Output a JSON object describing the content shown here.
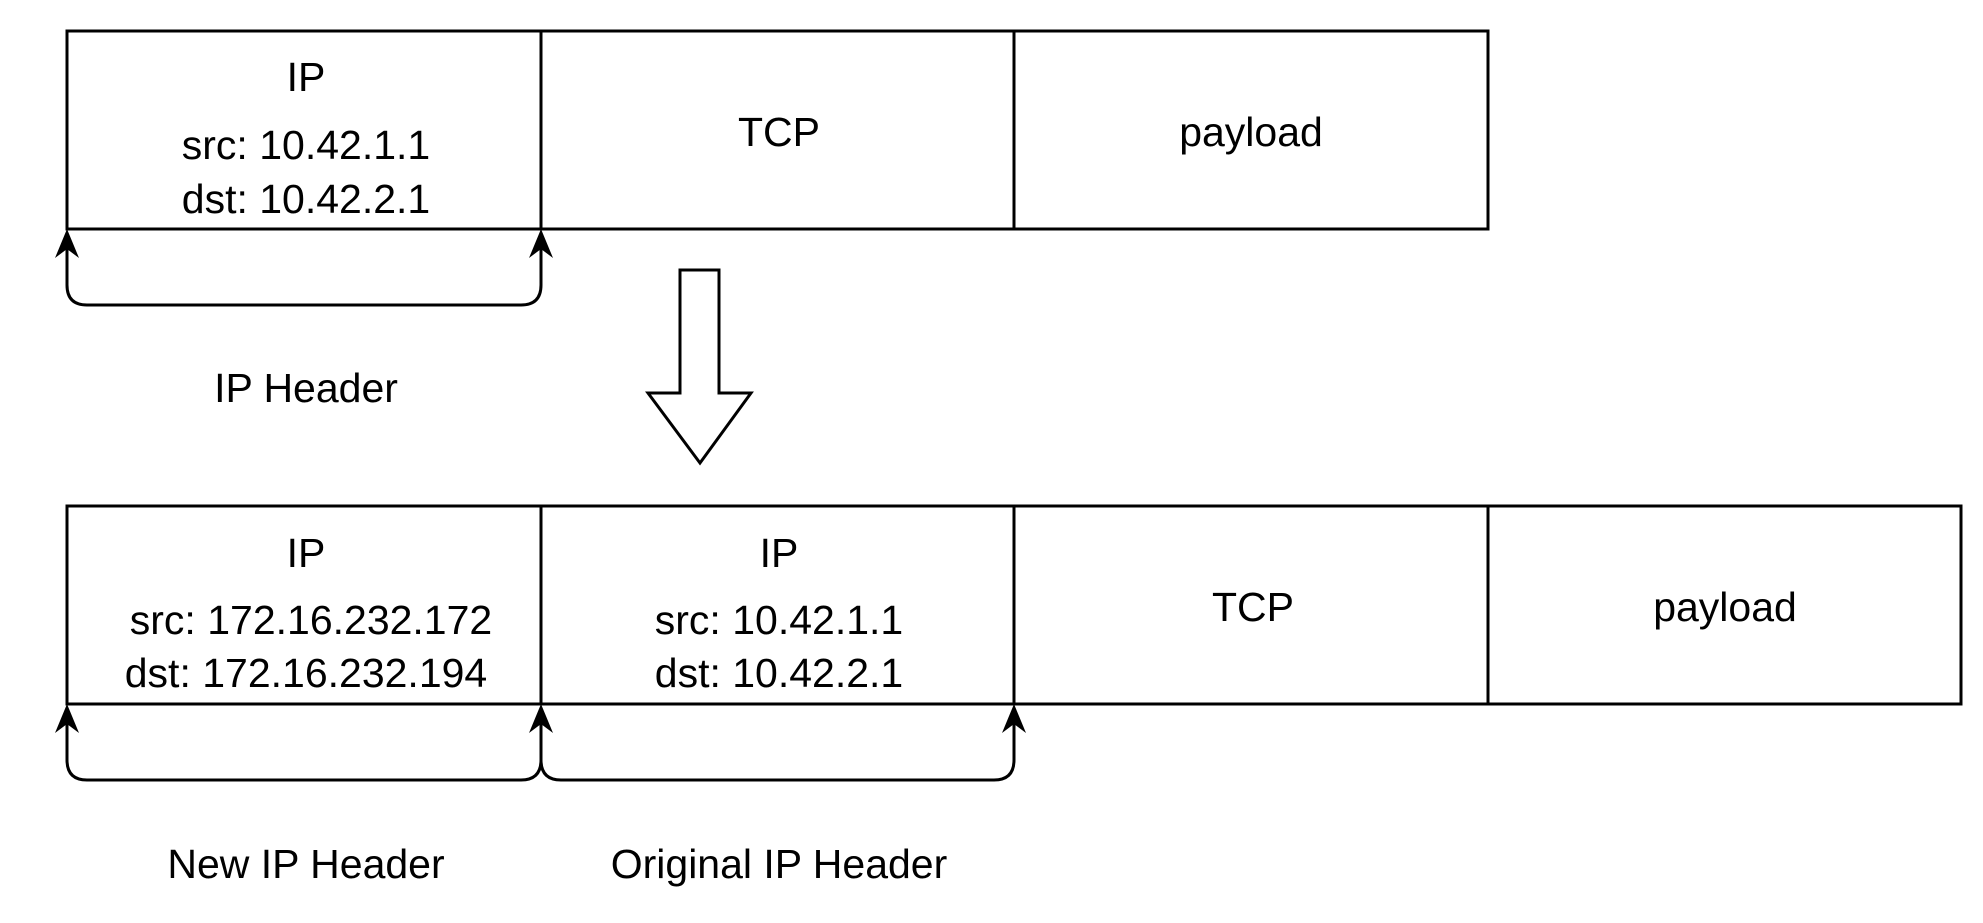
{
  "original_packet": {
    "ip_cell": {
      "title": "IP",
      "src": "src: 10.42.1.1",
      "dst": "dst: 10.42.2.1"
    },
    "tcp_label": "TCP",
    "payload_label": "payload",
    "header_label": "IP Header"
  },
  "encapsulated_packet": {
    "new_ip_cell": {
      "title": "IP",
      "src": "src: 172.16.232.172",
      "dst": "dst: 172.16.232.194"
    },
    "original_ip_cell": {
      "title": "IP",
      "src": "src: 10.42.1.1",
      "dst": "dst: 10.42.2.1"
    },
    "tcp_label": "TCP",
    "payload_label": "payload",
    "new_header_label": "New IP Header",
    "original_header_label": "Original IP Header"
  }
}
